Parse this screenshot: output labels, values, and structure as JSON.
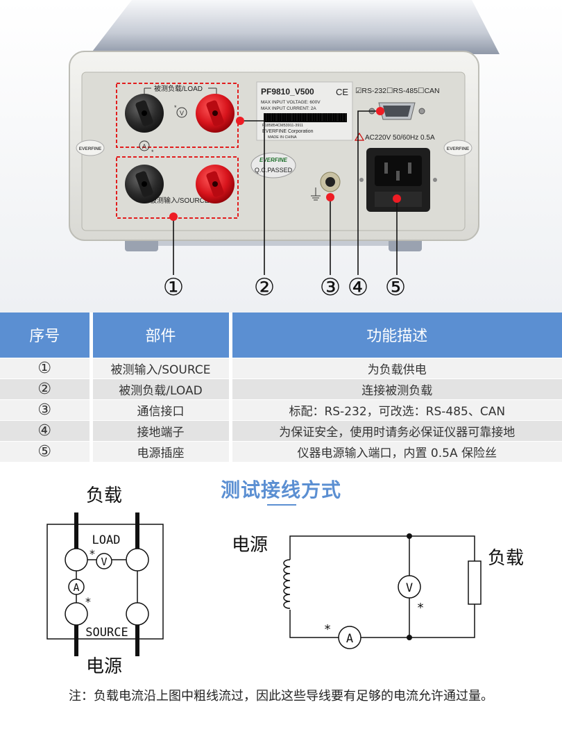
{
  "photo": {
    "model": "PF9810_V500",
    "ce_mark": "CE",
    "voltage": "MAX INPUT VOLTAGE: 600V",
    "current": "MAX INPUT CURRENT: 2A",
    "serial": "P185854CM53911-3911",
    "company": "EVERFINE Corporation",
    "made_in": "MADE IN CHINA",
    "comm_options": "☑RS-232☐RS-485☐CAN",
    "ac_rating": "AC220V 50/60Hz 0.5A",
    "load_label": "被测负载/LOAD",
    "source_label": "被测输入/SOURCE",
    "qc_brand": "EVERFINE",
    "qc_text": "Q.C.PASSED",
    "side_logo": "EVERFINE",
    "v_symbol": "V",
    "a_symbol": "A",
    "star": "*",
    "callouts": [
      "①",
      "②",
      "③",
      "④",
      "⑤"
    ]
  },
  "table": {
    "headers": [
      "序号",
      "部件",
      "功能描述"
    ],
    "rows": [
      {
        "num": "①",
        "part": "被测输入/SOURCE",
        "desc": "为负载供电"
      },
      {
        "num": "②",
        "part": "被测负载/LOAD",
        "desc": "连接被测负载"
      },
      {
        "num": "③",
        "part": "通信接口",
        "desc": "标配：RS-232，可改选：RS-485、CAN"
      },
      {
        "num": "④",
        "part": "接地端子",
        "desc": "为保证安全，使用时请务必保证仪器可靠接地"
      },
      {
        "num": "⑤",
        "part": "电源插座",
        "desc": "仪器电源输入端口，内置 0.5A 保险丝"
      }
    ]
  },
  "section_title": "测试接线方式",
  "left_diagram": {
    "top_label": "负载",
    "bottom_label": "电源",
    "load_text": "LOAD",
    "source_text": "SOURCE",
    "v": "V",
    "a": "A",
    "star": "*"
  },
  "right_diagram": {
    "source_label": "电源",
    "load_label": "负载",
    "v": "V",
    "a": "A",
    "star": "*"
  },
  "note": "注：负载电流沿上图中粗线流过，因此这些导线要有足够的电流允许通过量。"
}
